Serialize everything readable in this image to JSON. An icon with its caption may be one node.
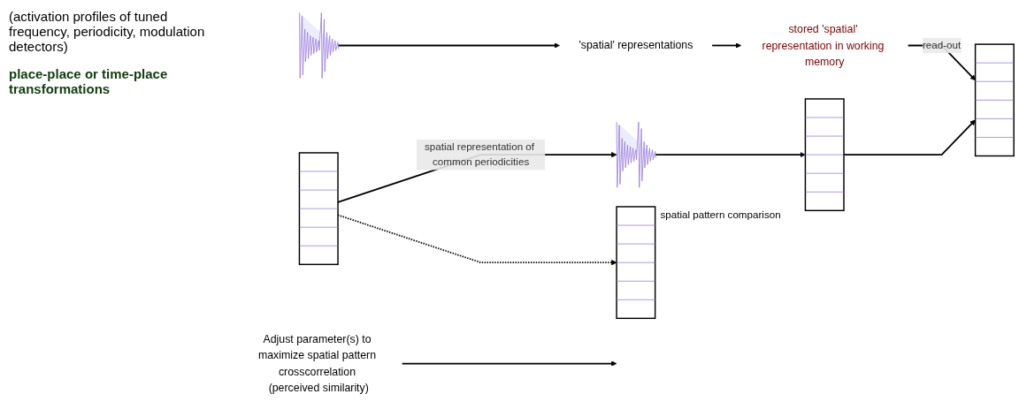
{
  "diagram": {
    "nodes": [
      {
        "text": [],
        "shape": "picture"
      },
      {
        "text": [
          "'spatial' representations"
        ]
      },
      {
        "text": [
          "stored 'spatial' representation in working memory"
        ]
      },
      {
        "text": [],
        "shape": "picture"
      },
      {
        "text": [],
        "shape": "box"
      },
      {
        "text": [],
        "shape": "box"
      },
      {
        "text": [],
        "shape": "box"
      },
      {
        "text": [],
        "shape": "box",
        "beside": [
          "spatial pattern comparison"
        ]
      },
      {
        "text": [
          "Adjust parameter(s) to maximize spatial pattern crosscorrelation (perceived similarity)"
        ]
      }
    ],
    "edges": [
      {
        "from": 0,
        "to": 1,
        "arrow": "to"
      },
      {
        "from": 1,
        "to": 2,
        "arrow": "to"
      },
      {
        "from": 2,
        "to": 5,
        "arrow": "to",
        "label": "read-out"
      },
      {
        "from": 3,
        "to": 4,
        "arrow": "to"
      },
      {
        "from": 4,
        "to": 5,
        "arrow": "to"
      },
      {
        "from": 6,
        "to": 7,
        "arrow": "to",
        "style": "dashed"
      },
      {
        "from": 6,
        "to": 3,
        "arrow": "to",
        "label": "spatial representation of common periodicities"
      },
      {
        "from": 8,
        "to": null,
        "arrow": "to"
      }
    ],
    "labels": [
      "(activation profiles of tuned frequency, periodicity, modulation detectors)",
      "place-place or time-place transformations"
    ]
  }
}
